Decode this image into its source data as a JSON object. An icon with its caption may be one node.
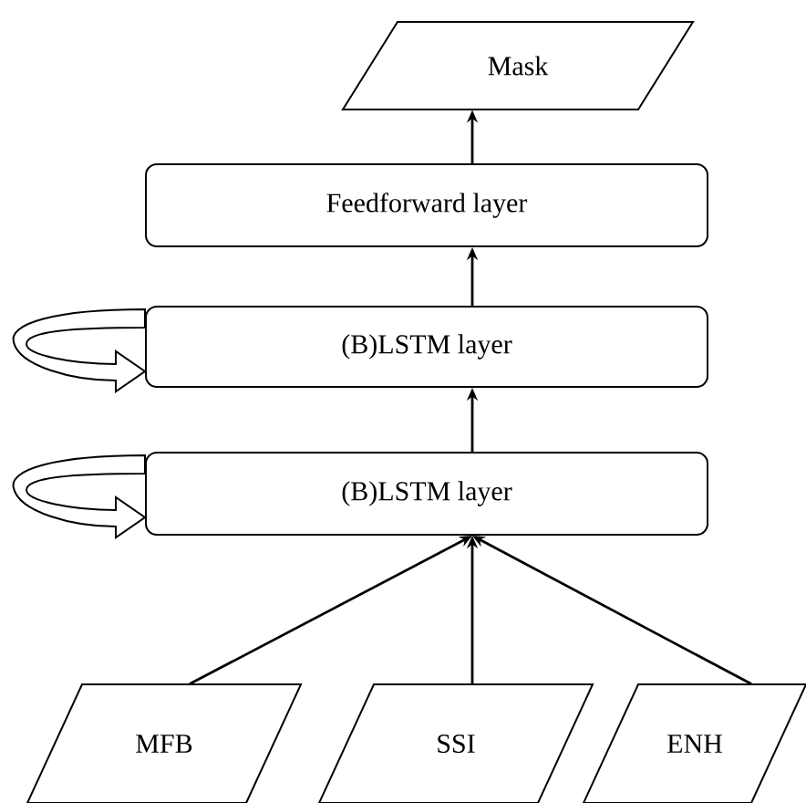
{
  "diagram": {
    "nodes": [
      {
        "text": [
          "Mask"
        ]
      },
      {
        "text": [
          "Feedforward layer"
        ]
      },
      {
        "text": [
          "(B)LSTM layer"
        ]
      },
      {
        "text": [
          "(B)LSTM layer"
        ]
      },
      {
        "text": [
          "MFB"
        ]
      },
      {
        "text": [
          "SSI"
        ]
      },
      {
        "text": [
          "ENH"
        ]
      }
    ],
    "edges": [
      {
        "from": 4,
        "to": 3,
        "arrow": "to"
      },
      {
        "from": 5,
        "to": 3,
        "arrow": "to"
      },
      {
        "from": 6,
        "to": 3,
        "arrow": "to"
      },
      {
        "from": 3,
        "to": 2,
        "arrow": "to"
      },
      {
        "from": 2,
        "to": 1,
        "arrow": "to"
      },
      {
        "from": 1,
        "to": 0,
        "arrow": "to"
      },
      {
        "from": 2,
        "to": 2,
        "arrow": "to"
      },
      {
        "from": 3,
        "to": 3,
        "arrow": "to"
      }
    ]
  }
}
